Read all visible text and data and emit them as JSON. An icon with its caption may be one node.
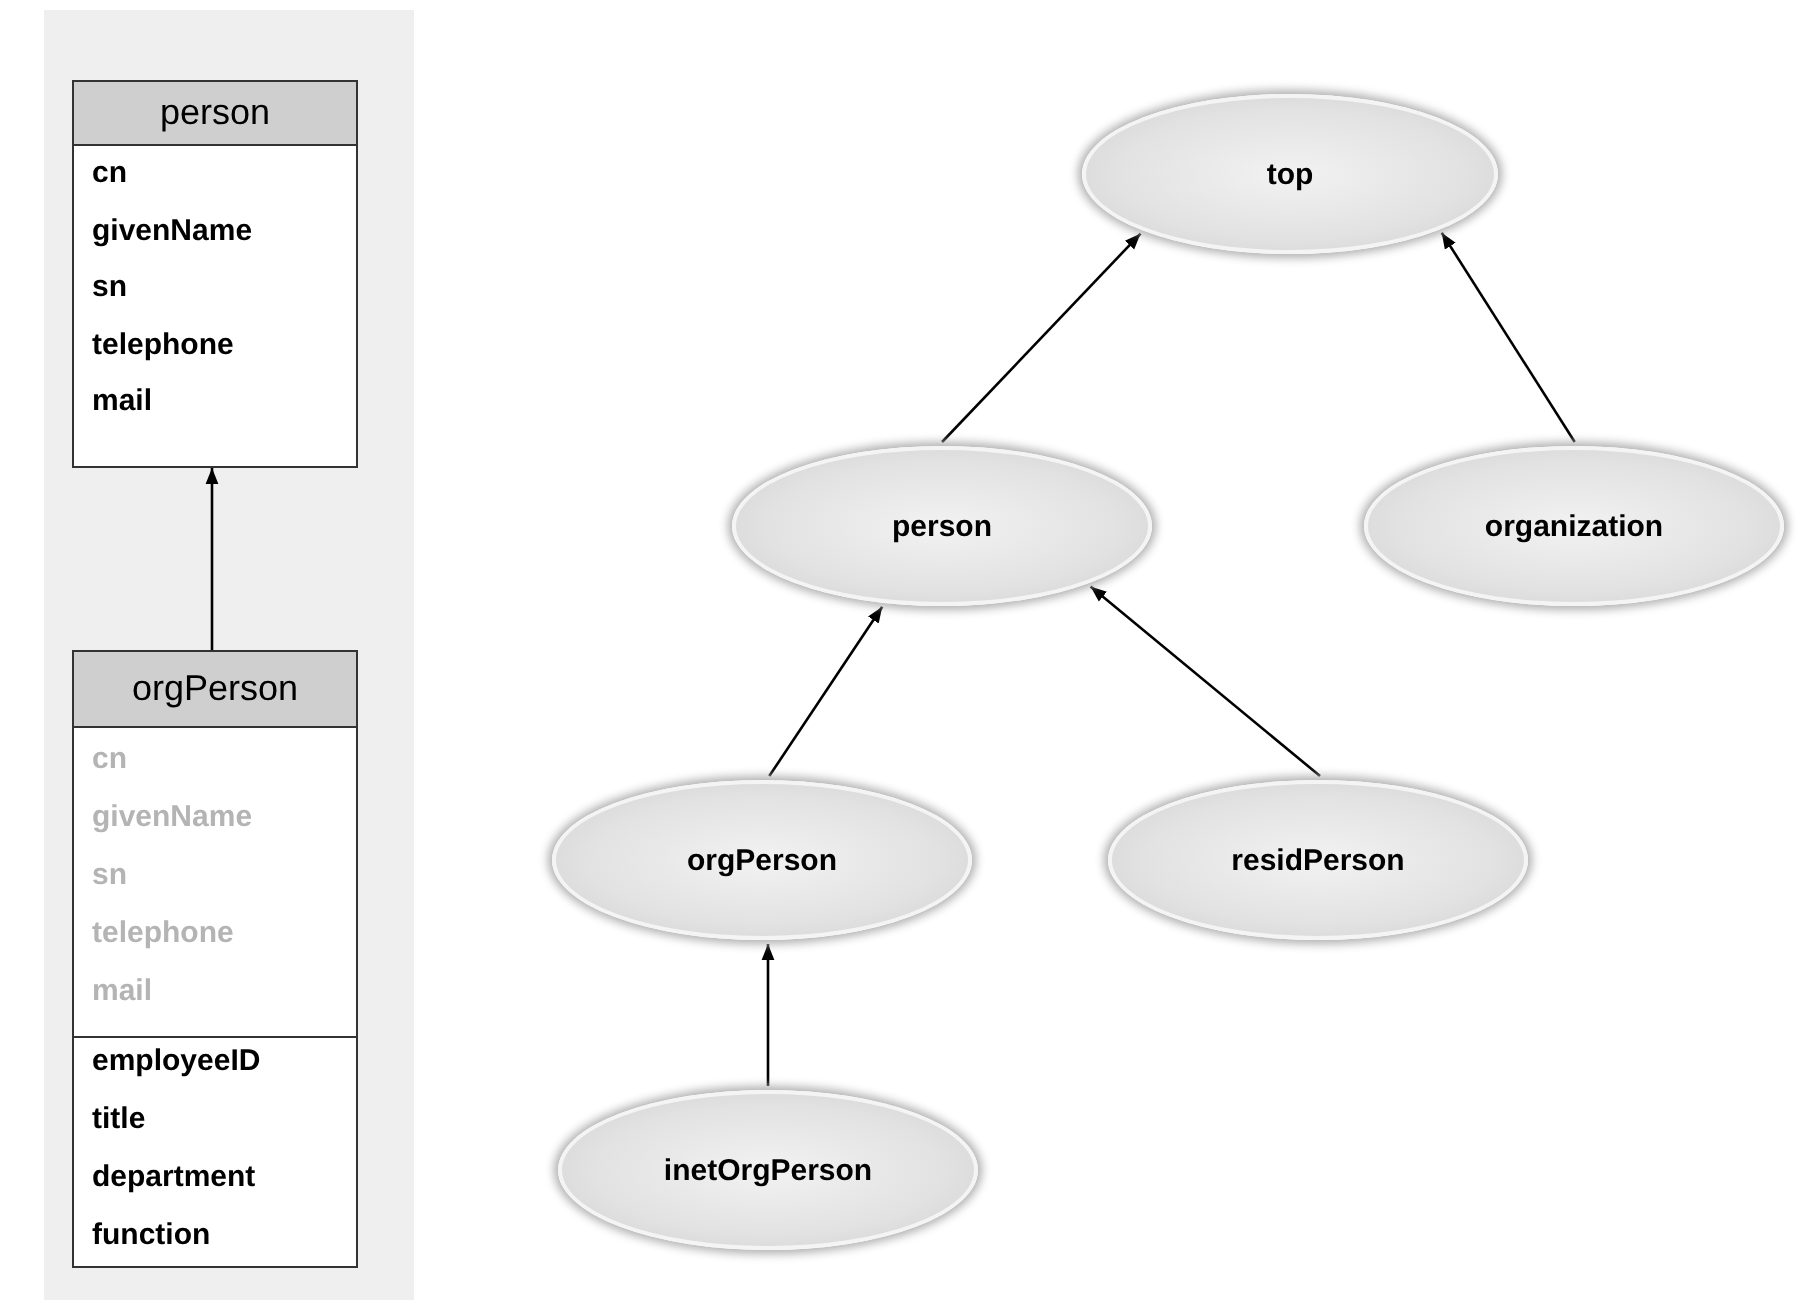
{
  "diagram": {
    "nodes": [
      {
        "text": [
          "person"
        ]
      },
      {
        "text": [
          "cn",
          "givenName",
          "sn",
          "telephone",
          "mail"
        ],
        "in": 0
      },
      {
        "text": [
          "orgPerson"
        ]
      },
      {
        "text": [
          "cn",
          "givenName",
          "sn",
          "telephone",
          "mail"
        ],
        "in": 2
      },
      {
        "text": [
          "employeeID",
          "title",
          "department",
          "function"
        ],
        "in": 2
      },
      {
        "text": [
          "top"
        ]
      },
      {
        "text": [
          "person"
        ]
      },
      {
        "text": [
          "organization"
        ]
      },
      {
        "text": [
          "orgPerson"
        ]
      },
      {
        "text": [
          "residPerson"
        ]
      },
      {
        "text": [
          "inetOrgPerson"
        ]
      }
    ],
    "edges": [
      {
        "from": 2,
        "to": 0,
        "arrow": "to"
      },
      {
        "from": 6,
        "to": 5,
        "arrow": "to"
      },
      {
        "from": 7,
        "to": 5,
        "arrow": "to"
      },
      {
        "from": 8,
        "to": 6,
        "arrow": "to"
      },
      {
        "from": 9,
        "to": 6,
        "arrow": "to"
      },
      {
        "from": 10,
        "to": 8,
        "arrow": "to"
      }
    ]
  }
}
